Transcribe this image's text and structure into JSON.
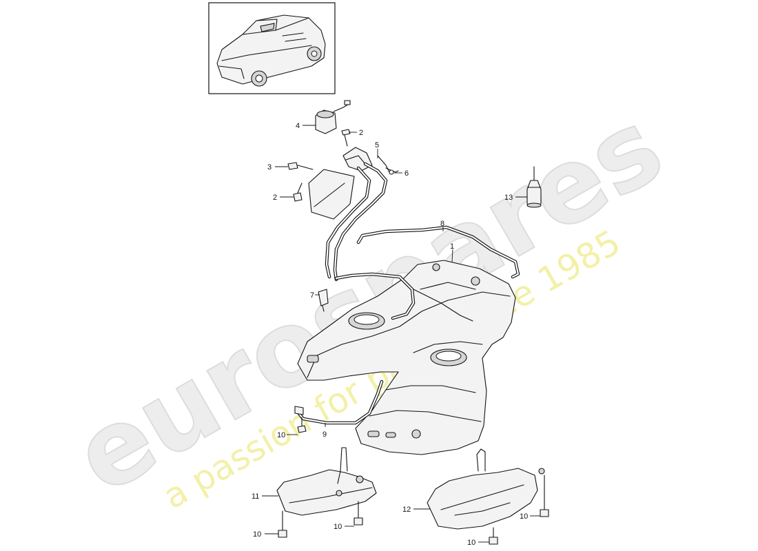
{
  "watermark": {
    "logo_text": "eurospares",
    "tagline": "a passion for parts since 1985"
  },
  "callouts": [
    {
      "id": "c1",
      "label": "1"
    },
    {
      "id": "c2a",
      "label": "2"
    },
    {
      "id": "c2b",
      "label": "2"
    },
    {
      "id": "c3",
      "label": "3"
    },
    {
      "id": "c4",
      "label": "4"
    },
    {
      "id": "c5",
      "label": "5"
    },
    {
      "id": "c6",
      "label": "6"
    },
    {
      "id": "c7",
      "label": "7"
    },
    {
      "id": "c8",
      "label": "8"
    },
    {
      "id": "c9",
      "label": "9"
    },
    {
      "id": "c10a",
      "label": "10"
    },
    {
      "id": "c10b",
      "label": "10"
    },
    {
      "id": "c10c",
      "label": "10"
    },
    {
      "id": "c10d",
      "label": "10"
    },
    {
      "id": "c10e",
      "label": "10"
    },
    {
      "id": "c11",
      "label": "11"
    },
    {
      "id": "c12",
      "label": "12"
    },
    {
      "id": "c13",
      "label": "13"
    }
  ],
  "colors": {
    "line": "#111111",
    "watermark_logo": "#ededed",
    "watermark_tagline": "#f3f0a8"
  }
}
